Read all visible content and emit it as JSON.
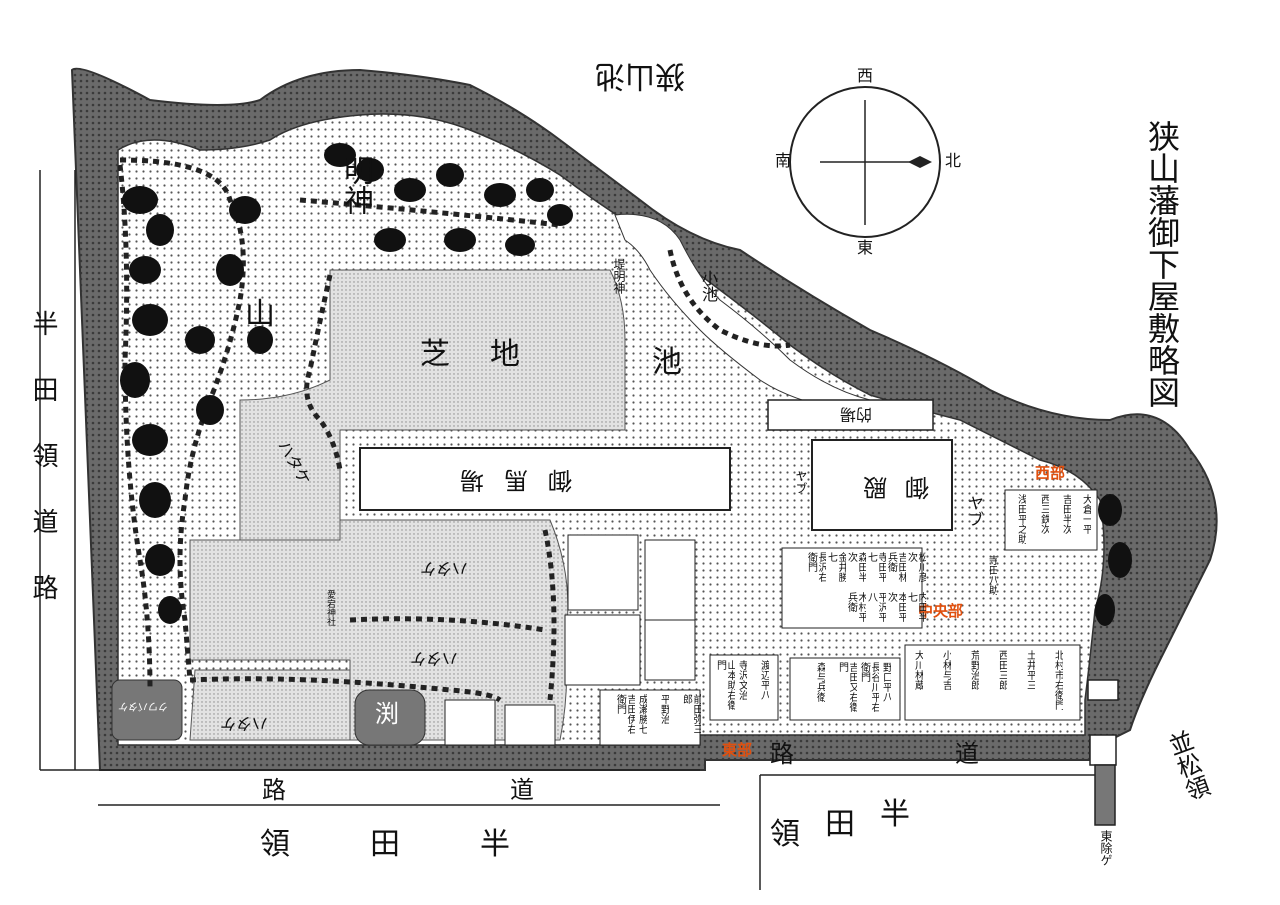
{
  "title": "狭山藩御下屋敷略図",
  "compass": {
    "west": "西",
    "south": "南",
    "north": "北",
    "east": "東"
  },
  "map_labels": {
    "sayama_pond": "狭山池",
    "myojin": "明神",
    "mountain": "山",
    "turf_ground": "芝地",
    "pond": "池",
    "small_pond": "小池",
    "teimyojin": "堤明神",
    "riding_ground": "御馬場",
    "archery": "的場",
    "palace": "御殿",
    "yabu": "ヤブ",
    "yabu2": "ヤブ",
    "hatake1": "ハタケ",
    "hatake2": "ハタケ",
    "hatake3": "ハタケ",
    "hatake4": "ハタケ",
    "fuchi": "渕",
    "kuwabatake": "クワバタケ",
    "hamla": "渕",
    "road_left": "半田領道路",
    "road_bottom_left_dao": "道",
    "road_bottom_left_ro": "路",
    "road_bottom_left_ryo": "領",
    "road_bottom_left_den": "田",
    "road_bottom_left_han": "半",
    "road_bottom_right_ro": "路",
    "road_bottom_right_dao": "道",
    "road_bottom_right_ryo": "領",
    "road_bottom_right_den": "田",
    "road_bottom_right_han": "半",
    "namiki": "並松領",
    "east_gate": "東除ゲ",
    "shrine_small": "愛宕神社"
  },
  "district_labels": {
    "west": "西部",
    "center": "中央部",
    "east": "東部"
  },
  "residents": [
    "大倉一平",
    "吉田半次",
    "西三鉄次",
    "浅田平之助",
    "寺田八助",
    "松川彦次",
    "吉田林兵衛",
    "寺田平七",
    "森田半次",
    "金井勝七",
    "長沢右衛門",
    "内田半七",
    "本田平次",
    "平沢平八",
    "木村平兵衛",
    "北村市右衛門",
    "土井平三",
    "西田三郎",
    "荒野治郎",
    "小林与吉",
    "大川林蔵",
    "野口平八",
    "長谷川平右衛門",
    "吉田又右衛門",
    "森与兵衛",
    "渡辺平八",
    "寺沢文治",
    "山本助右衛門",
    "前田弥三郎",
    "平野治",
    "成瀬勝七",
    "吉田伊右衛門"
  ]
}
